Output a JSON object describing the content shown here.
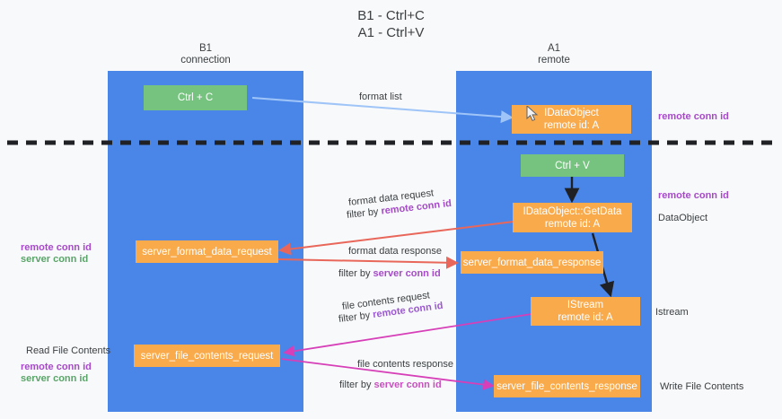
{
  "title": "B1 - Ctrl+C\nA1 - Ctrl+V",
  "lanes": [
    {
      "id": "b1",
      "title": "B1\nconnection"
    },
    {
      "id": "a1",
      "title": "A1\nremote"
    }
  ],
  "nodes": {
    "ctrl_c": {
      "line1": "Ctrl + C",
      "line2": ""
    },
    "idataobject": {
      "line1": "IDataObject",
      "line2": "remote id: A"
    },
    "ctrl_v": {
      "line1": "Ctrl + V",
      "line2": ""
    },
    "getdata": {
      "line1": "IDataObject::GetData",
      "line2": "remote id: A"
    },
    "fmt_req": {
      "line1": "server_format_data_request",
      "line2": ""
    },
    "fmt_resp": {
      "line1": "server_format_data_response",
      "line2": ""
    },
    "istream": {
      "line1": "IStream",
      "line2": "remote id: A"
    },
    "file_req": {
      "line1": "server_file_contents_request",
      "line2": ""
    },
    "file_resp": {
      "line1": "server_file_contents_response",
      "line2": ""
    }
  },
  "edge_labels": {
    "format_list": "format list",
    "format_data_request": "format data request",
    "format_data_request_filter_prefix": "filter by ",
    "format_data_request_filter_key": "remote conn id",
    "format_data_response": "format data response",
    "format_data_response_filter_prefix": "filter by ",
    "format_data_response_filter_key": "server conn id",
    "file_contents_request": "file contents request",
    "file_contents_request_filter_prefix": "filter by ",
    "file_contents_request_filter_key": "remote conn id",
    "file_contents_response": "file contents response",
    "file_contents_response_filter_prefix": "filter by ",
    "file_contents_response_filter_key": "server conn id"
  },
  "annotations": {
    "right_remote_conn_id_top": "remote conn id",
    "right_remote_conn_id_mid": "remote conn id",
    "right_dataobject": "DataObject",
    "right_istream": "Istream",
    "right_write_file_contents": "Write File Contents",
    "left_remote_conn_id_1": "remote conn id",
    "left_server_conn_id_1": "server conn id",
    "left_read_file_contents": "Read File Contents",
    "left_remote_conn_id_2": "remote conn id",
    "left_server_conn_id_2": "server conn id"
  },
  "colors": {
    "lane": "#4a86e8",
    "node_orange": "#f9aa4b",
    "node_green": "#76c37f",
    "arrow_blue": "#9fc5f8",
    "arrow_red": "#e8675a",
    "arrow_magenta": "#d63fb8",
    "arrow_violet": "#b04bd6",
    "arrow_black": "#202124",
    "key_purple": "#a64ac9",
    "key_green": "#5aa469",
    "background": "#f8f9fa"
  }
}
